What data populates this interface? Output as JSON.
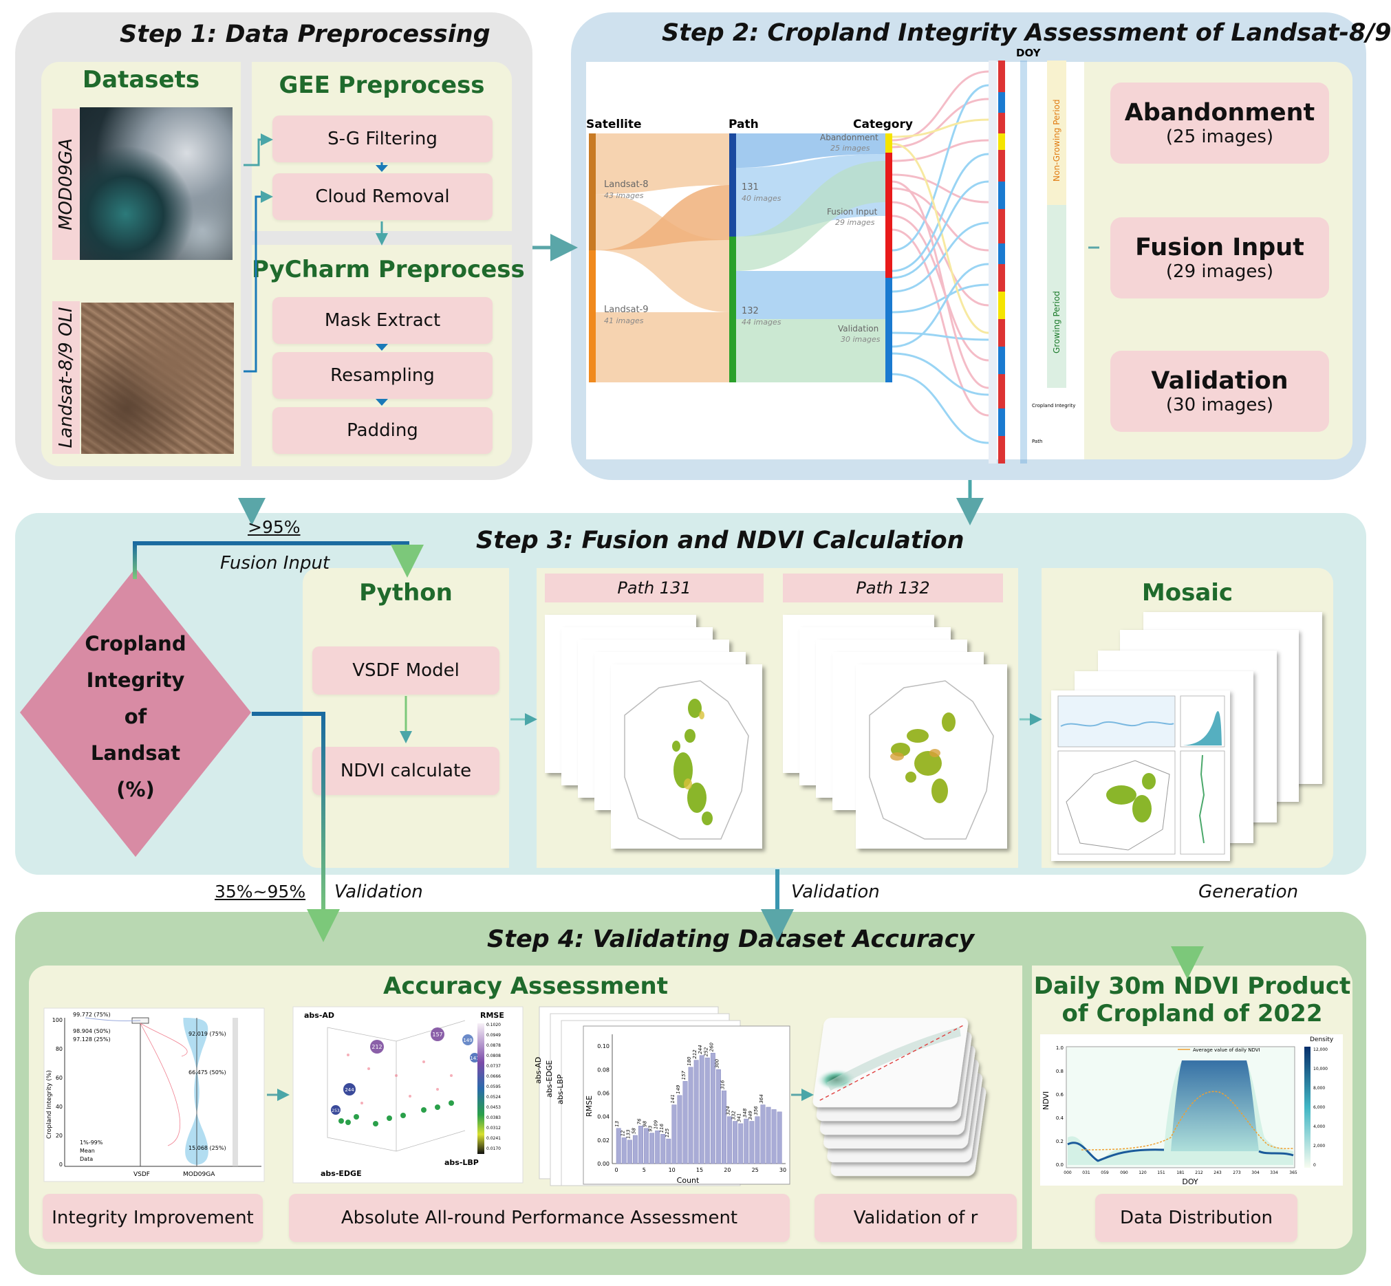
{
  "step1": {
    "title": "Step 1: Data Preprocessing",
    "datasets_heading": "Datasets",
    "datasets": [
      "MOD09GA",
      "Landsat-8/9 OLI"
    ],
    "gee_heading": "GEE Preprocess",
    "gee_steps": [
      "S-G Filtering",
      "Cloud Removal"
    ],
    "pycharm_heading": "PyCharm Preprocess",
    "pycharm_steps": [
      "Mask Extract",
      "Resampling",
      "Padding"
    ]
  },
  "step2": {
    "title": "Step 2: Cropland Integrity Assessment of Landsat-8/9",
    "sankey": {
      "col_satellite": "Satellite",
      "col_path": "Path",
      "col_category": "Category",
      "col_doy": "DOY",
      "sat1": "Landsat-8",
      "sat1_count": "43 images",
      "sat2": "Landsat-9",
      "sat2_count": "41 images",
      "path1": "131",
      "path1_count": "40 images",
      "path2": "132",
      "path2_count": "44 images",
      "cat1": "Abandonment",
      "cat1_count": "25 images",
      "cat2": "Fusion Input",
      "cat2_count": "29 images",
      "cat3": "Validation",
      "cat3_count": "30 images",
      "period1": "Non-Growing Period",
      "period2": "Growing Period",
      "legend1": "Cropland Integrity",
      "legend2": "Path"
    },
    "outcomes": [
      {
        "label": "Abandonment",
        "count": "(25 images)"
      },
      {
        "label": "Fusion Input",
        "count": "(29 images)"
      },
      {
        "label": "Validation",
        "count": "(30 images)"
      }
    ]
  },
  "step3": {
    "title": "Step 3: Fusion and NDVI Calculation",
    "threshold_high": ">95%",
    "fusion_input_label": "Fusion Input",
    "decision_lines": [
      "Cropland",
      "Integrity",
      "of",
      "Landsat",
      "(%)"
    ],
    "python_heading": "Python",
    "python_steps": [
      "VSDF Model",
      "NDVI calculate"
    ],
    "path1_label": "Path 131",
    "path2_label": "Path 132",
    "mosaic_heading": "Mosaic"
  },
  "connectors": {
    "threshold_mid": "35%~95%",
    "validation1": "Validation",
    "validation2": "Validation",
    "generation": "Generation"
  },
  "step4": {
    "title": "Step 4: Validating Dataset Accuracy",
    "accuracy_heading": "Accuracy Assessment",
    "product_heading_1": "Daily 30m NDVI Product",
    "product_heading_2": "of Cropland of 2022",
    "labels": [
      "Integrity Improvement",
      "Absolute All-round Performance Assessment",
      "Validation of r",
      "Data Distribution"
    ],
    "violin": {
      "ylabel": "Cropland Integrity (%)",
      "x1": "VSDF",
      "x2": "MOD09GA",
      "a1": "99.772 (75%)",
      "a2": "98.904 (50%)",
      "a3": "97.128 (25%)",
      "b1": "92.019 (75%)",
      "b2": "66.475 (50%)",
      "b3": "15.068 (25%)",
      "legend": [
        "1%-99%",
        "Mean",
        "Data"
      ],
      "yticks": [
        "100",
        "80",
        "60",
        "40",
        "20",
        "0"
      ]
    },
    "scatter3d": {
      "t1": "abs-AD",
      "t2": "RMSE",
      "x1": "abs-EDGE",
      "x2": "abs-LBP",
      "bubbles": [
        "212",
        "157",
        "149",
        "141",
        "244",
        "253"
      ],
      "colorbar": [
        "0.1020",
        "0.0949",
        "0.0878",
        "0.0808",
        "0.0737",
        "0.0666",
        "0.0595",
        "0.0524",
        "0.0453",
        "0.0383",
        "0.0312",
        "0.0241",
        "0.0170"
      ]
    },
    "bar": {
      "xlabel": "Count",
      "ylabel": "RMSE",
      "back_labels": [
        "abs-AD",
        "abs-EDGE",
        "abs-LBP"
      ],
      "yticks": [
        "0.10",
        "0.08",
        "0.06",
        "0.04",
        "0.02",
        "0.00"
      ],
      "xticks": [
        "0",
        "5",
        "10",
        "15",
        "20",
        "25",
        "30"
      ]
    },
    "chart_data": {
      "type": "bar",
      "title": "",
      "xlabel": "Count",
      "ylabel": "RMSE",
      "ylim": [
        0,
        0.11
      ],
      "categories": [
        "1",
        "2",
        "3",
        "4",
        "5",
        "6",
        "7",
        "8",
        "9",
        "10",
        "11",
        "12",
        "13",
        "14",
        "15",
        "16",
        "17",
        "18",
        "19",
        "20",
        "21",
        "22",
        "23",
        "24",
        "25",
        "26",
        "27",
        "28",
        "29",
        "30"
      ],
      "values": [
        0.03,
        0.022,
        0.02,
        0.024,
        0.032,
        0.03,
        0.026,
        0.028,
        0.025,
        0.021,
        0.05,
        0.058,
        0.07,
        0.082,
        0.088,
        0.092,
        0.09,
        0.094,
        0.08,
        0.062,
        0.04,
        0.036,
        0.034,
        0.038,
        0.036,
        0.04,
        0.05,
        0.048,
        0.046,
        0.044
      ],
      "bar_labels": [
        "13",
        "12",
        "133",
        "58",
        "76",
        "98",
        "93",
        "109",
        "116",
        "125",
        "141",
        "149",
        "157",
        "180",
        "212",
        "244",
        "252",
        "260",
        "300",
        "316",
        "324",
        "332",
        "341",
        "348",
        "349",
        "356",
        "364",
        "",
        "",
        ""
      ]
    },
    "ndvi": {
      "ylabel": "NDVI",
      "xlabel": "DOY",
      "legend": "Average value of daily NDVI",
      "density_label": "Density",
      "density_ticks": [
        "12,000",
        "10,000",
        "8,000",
        "6,000",
        "4,000",
        "2,000",
        "0"
      ],
      "xticks": [
        "000",
        "031",
        "059",
        "090",
        "120",
        "151",
        "181",
        "212",
        "243",
        "273",
        "304",
        "334",
        "365"
      ],
      "yticks": [
        "1.0",
        "0.8",
        "0.6",
        "0.4",
        "0.2",
        "0.0"
      ]
    }
  },
  "colors": {
    "step1_bg": "#e6e6e6",
    "step2_bg": "#cfe1ee",
    "step3_bg": "#d6eceb",
    "step4_bg": "#b9d8b2",
    "inner": "#f2f3dc",
    "pink": "#f5d5d6",
    "heading_green": "#1f6a2c",
    "arrow_teal": "#4f9fa2",
    "diamond": "#d88ba4"
  }
}
